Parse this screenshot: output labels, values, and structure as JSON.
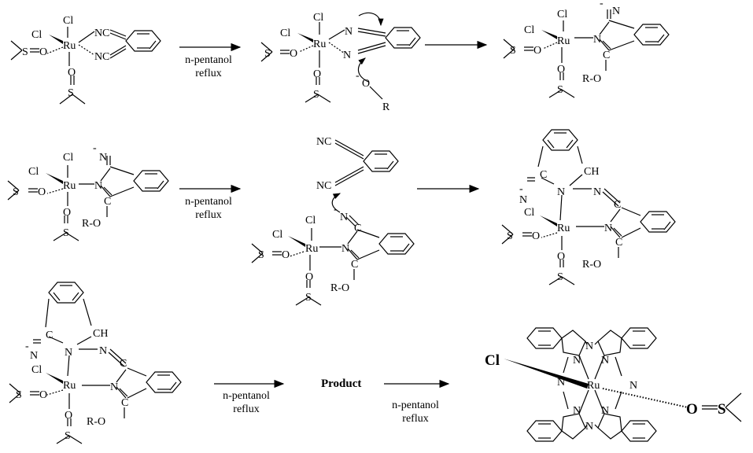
{
  "conditions": {
    "solvent": "n-pentanol",
    "action": "reflux"
  },
  "product_label": "Product",
  "atoms": {
    "ru": "Ru",
    "cl": "Cl",
    "n": "N",
    "c": "C",
    "o": "O",
    "s": "S",
    "r": "R",
    "ch": "CH",
    "ro": "R-O",
    "minus": "-"
  },
  "colors": {
    "ink": "#000000",
    "background": "#ffffff"
  }
}
